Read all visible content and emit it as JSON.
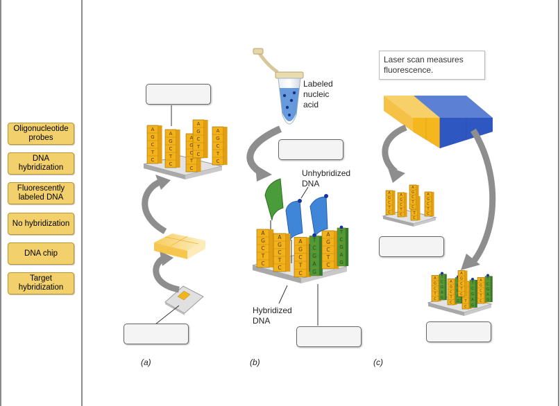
{
  "labels": [
    {
      "text": "Oligonucleotide probes"
    },
    {
      "text": "DNA hybridization"
    },
    {
      "text": "Fluorescently labeled DNA"
    },
    {
      "text": "No hybridization"
    },
    {
      "text": "DNA chip"
    },
    {
      "text": "Target hybridization"
    }
  ],
  "captions": {
    "labeled_nucleic_acid": "Labeled nucleic acid",
    "unhybridized_dna": "Unhybridized DNA",
    "hybridized_dna": "Hybridized DNA",
    "laser_scan": "Laser scan measures fluorescence."
  },
  "panels": {
    "a": "(a)",
    "b": "(b)",
    "c": "(c)"
  },
  "probe_letters": [
    "A",
    "G",
    "C",
    "T",
    "C"
  ],
  "target_letters": [
    "T",
    "C",
    "G",
    "A",
    "G"
  ],
  "colors": {
    "label_fill": "#f2d06b",
    "probe_orange": "#f3b21a",
    "target_green": "#4a9b3a",
    "unhybridized_blue": "#3f86d8",
    "arrow_gray": "#8e8e8e"
  }
}
